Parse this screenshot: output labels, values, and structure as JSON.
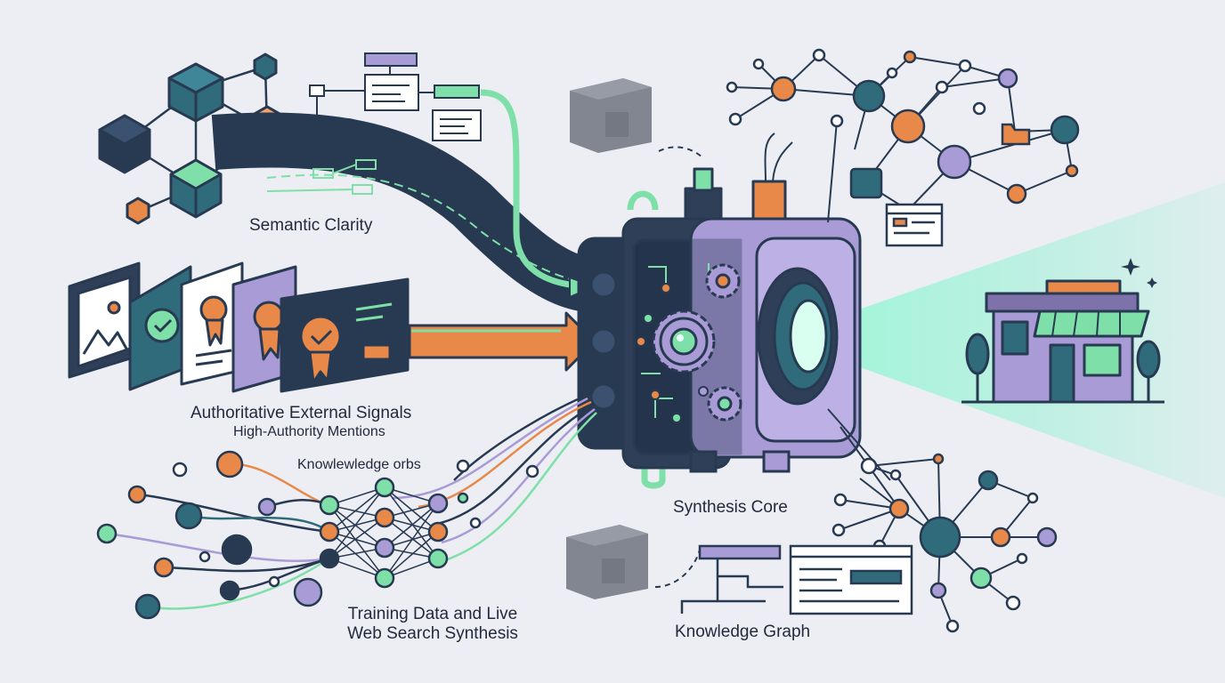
{
  "labels": {
    "semantic_clarity": "Semantic Clarity",
    "authoritative_signals": "Authoritative External Signals",
    "high_authority_mentions": "High-Authority Mentions",
    "knowledge_orbs": "Knowlewledge orbs",
    "training_line1": "Training Data and Live",
    "training_line2": "Web Search Synthesis",
    "synthesis_core": "Synthesis Core",
    "knowledge_graph": "Knowledge Graph"
  },
  "colors": {
    "background": "#eceef3",
    "navy": "#283a52",
    "teal": "#2f6b7a",
    "orange": "#e8894a",
    "purple": "#a99bd6",
    "mint": "#7ee0a8",
    "beam": "#8ff0d0"
  },
  "icons": [
    "cube-network-icon",
    "flowchart-icon",
    "certificate-card-icon",
    "machine-core-icon",
    "gear-icon",
    "storefront-icon",
    "network-graph-icon",
    "server-box-icon",
    "folder-icon",
    "browser-window-icon"
  ]
}
